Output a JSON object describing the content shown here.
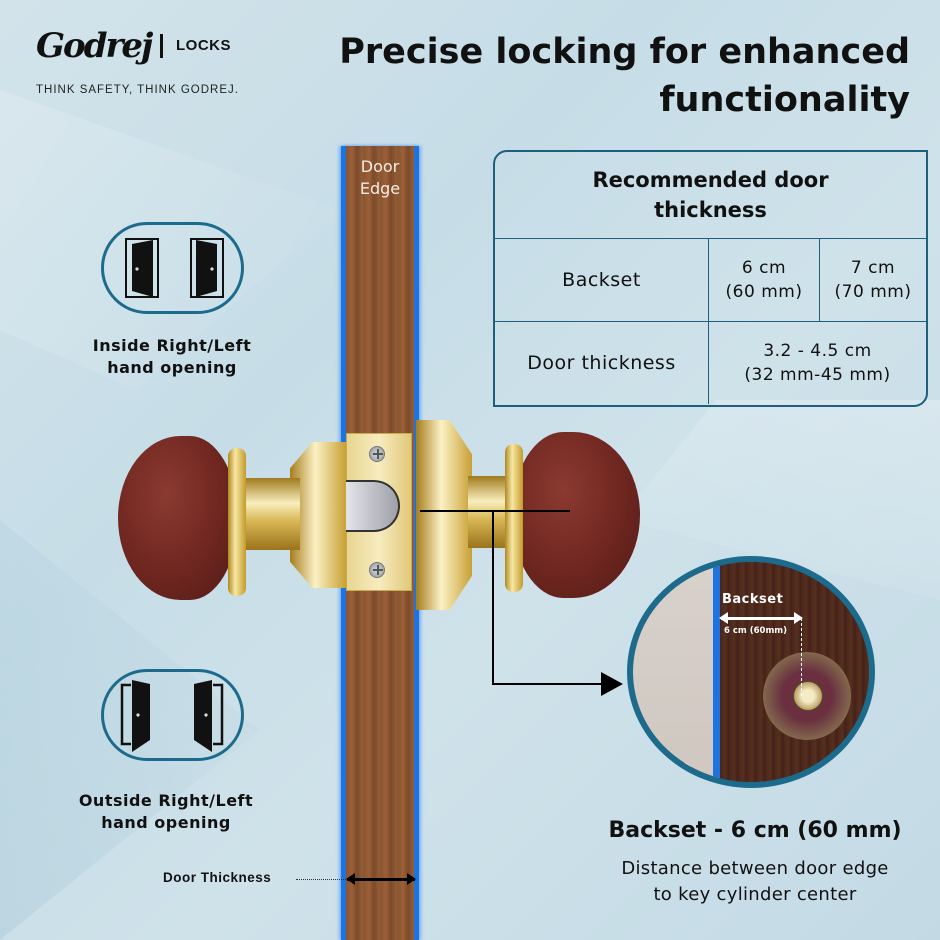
{
  "brand": {
    "logo_text": "Godrej",
    "division": "LOCKS",
    "tagline": "THINK SAFETY, THINK GODREJ."
  },
  "headline": {
    "line1": "Precise locking for enhanced",
    "line2": "functionality"
  },
  "spec_table": {
    "title_line1": "Recommended door",
    "title_line2": "thickness",
    "rows": [
      {
        "label": "Backset",
        "value_a_line1": "6 cm",
        "value_a_line2": "(60 mm)",
        "value_b_line1": "7 cm",
        "value_b_line2": "(70 mm)"
      },
      {
        "label": "Door thickness",
        "value_line1": "3.2 - 4.5 cm",
        "value_line2": "(32 mm-45 mm)"
      }
    ],
    "border_color": "#1d5f7c"
  },
  "diagram": {
    "door_edge_line1": "Door",
    "door_edge_line2": "Edge",
    "door_thickness_label": "Door Thickness",
    "edge_highlight_color": "#1d74e0"
  },
  "openings": [
    {
      "icon": "door-inside-opening-icon",
      "line1": "Inside Right/Left",
      "line2": "hand opening"
    },
    {
      "icon": "door-outside-opening-icon",
      "line1": "Outside Right/Left",
      "line2": "hand opening"
    }
  ],
  "inset": {
    "label": "Backset",
    "sub_label": "6 cm (60mm)"
  },
  "backset_caption": {
    "title": "Backset - 6 cm (60 mm)",
    "desc_line1": "Distance between door edge",
    "desc_line2": "to key cylinder center"
  }
}
